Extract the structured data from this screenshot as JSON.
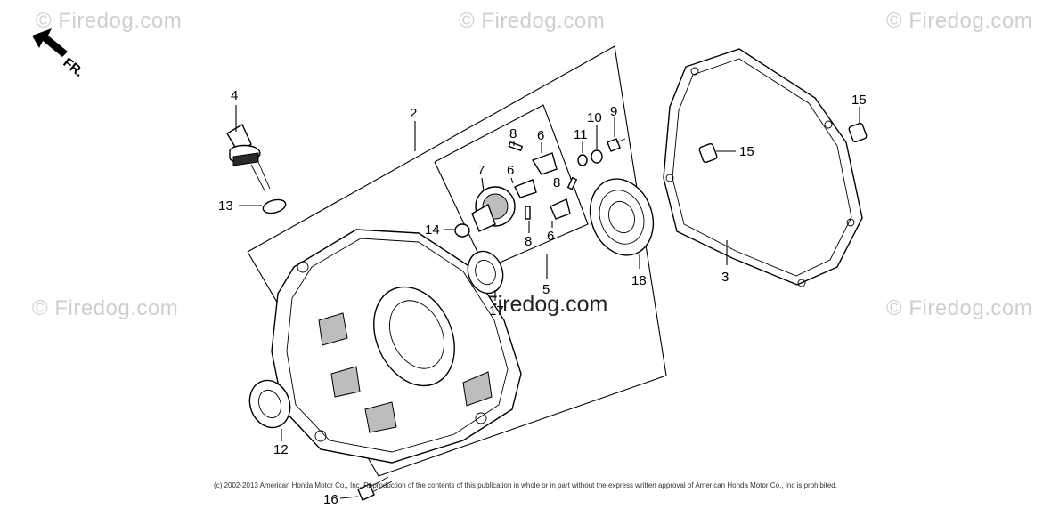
{
  "watermark": {
    "text": "© Firedog.com"
  },
  "direction_indicator": {
    "label": "FR."
  },
  "copyright": "(c) 2002-2013 American Honda Motor Co., Inc. Reproduction of the contents of this publication in whole or in part without the express written approval of American Honda Motor Co., Inc is prohibited.",
  "callouts": {
    "c2": "2",
    "c3": "3",
    "c4": "4",
    "c5": "5",
    "c6a": "6",
    "c6b": "6",
    "c6c": "6",
    "c7": "7",
    "c8a": "8",
    "c8b": "8",
    "c8c": "8",
    "c9": "9",
    "c10": "10",
    "c11": "11",
    "c12": "12",
    "c13": "13",
    "c14": "14",
    "c15a": "15",
    "c15b": "15",
    "c16": "16",
    "c17": "17",
    "c18": "18"
  },
  "colors": {
    "line": "#000000",
    "watermark": "#cfcfcf",
    "background": "#ffffff"
  }
}
